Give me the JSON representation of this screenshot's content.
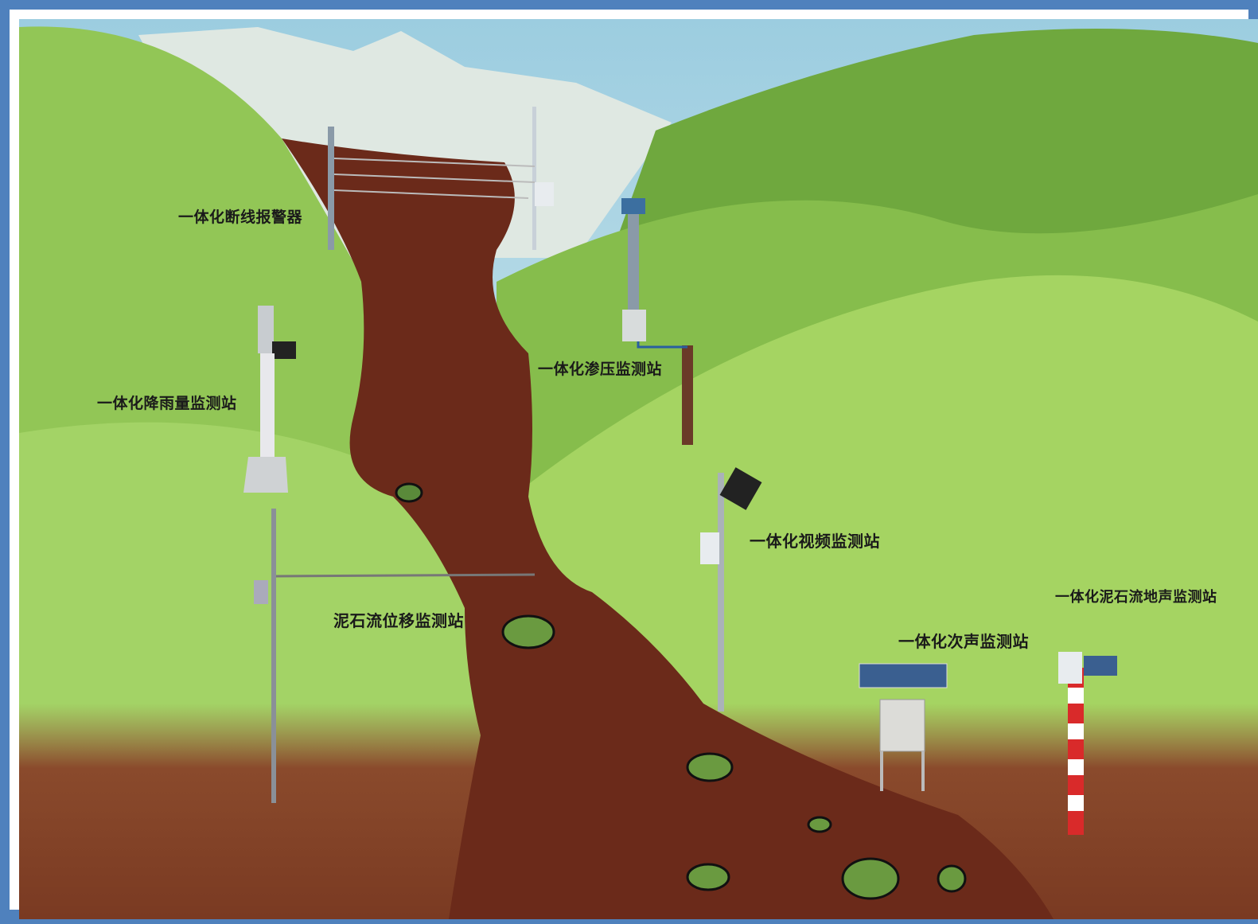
{
  "colors": {
    "frame": "#4f81bd",
    "sky": "#cfe6ef",
    "hill_light": "#a8d468",
    "hill_mid": "#7fb446",
    "hill_dark": "#5e9a35",
    "mud": "#6b2a1a",
    "ground": "#7a3a22"
  },
  "labels": {
    "wire_alarm": "一体化断线报警器",
    "seepage": "一体化渗压监测站",
    "rainfall": "一体化降雨量监测站",
    "video": "一体化视频监测站",
    "displacement": "泥石流位移监测站",
    "ground_sound": "一体化泥石流地声监测站",
    "infrasound": "一体化次声监测站"
  }
}
